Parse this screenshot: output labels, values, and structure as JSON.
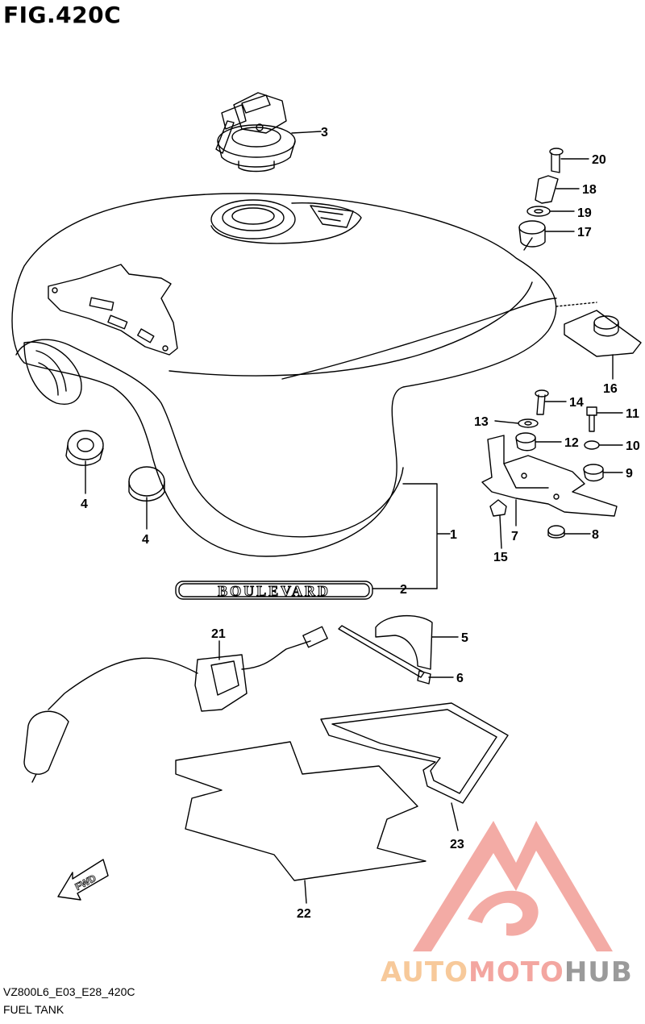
{
  "figure_title": "FIG.420C",
  "emblem_text": "BOULEVARD",
  "fwd_label": "FWD",
  "footer": {
    "code": "VZ800L6_E03_E28_420C",
    "name": "FUEL TANK"
  },
  "watermark": {
    "part1": "AUTO",
    "part2": "MOTO",
    "part3": "HUB"
  },
  "callouts": [
    "1",
    "2",
    "3",
    "4",
    "4",
    "5",
    "6",
    "7",
    "8",
    "9",
    "10",
    "11",
    "12",
    "13",
    "14",
    "15",
    "16",
    "17",
    "18",
    "19",
    "20",
    "21",
    "22",
    "23"
  ],
  "colors": {
    "line": "#000000",
    "watermark_red": "#f08f88",
    "watermark_orange": "#f7c99a",
    "watermark_gray": "#9a9a9a"
  }
}
